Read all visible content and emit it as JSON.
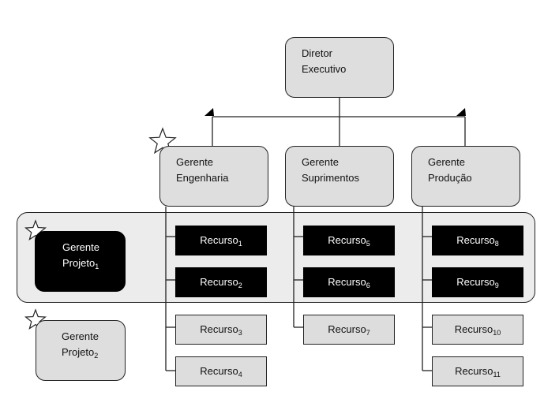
{
  "ceo": {
    "line1": "Diretor",
    "line2": "Executivo"
  },
  "managers": [
    {
      "line1": "Gerente",
      "line2": "Engenharia"
    },
    {
      "line1": "Gerente",
      "line2": "Suprimentos"
    },
    {
      "line1": "Gerente",
      "line2": "Produção"
    }
  ],
  "project_managers": [
    {
      "line1": "Gerente",
      "line2": "Projeto",
      "sub": "1"
    },
    {
      "line1": "Gerente",
      "line2": "Projeto",
      "sub": "2"
    }
  ],
  "resources": {
    "label": "Recurso",
    "engenharia": [
      "1",
      "2",
      "3",
      "4"
    ],
    "suprimentos": [
      "5",
      "6",
      "7"
    ],
    "producao": [
      "8",
      "9",
      "10",
      "11"
    ]
  },
  "colors": {
    "box_fill": "#dedede",
    "band_fill": "#ececec",
    "project_fill": "#000000",
    "line": "#222222"
  },
  "icons": [
    "star-icon",
    "arrowhead-icon"
  ]
}
